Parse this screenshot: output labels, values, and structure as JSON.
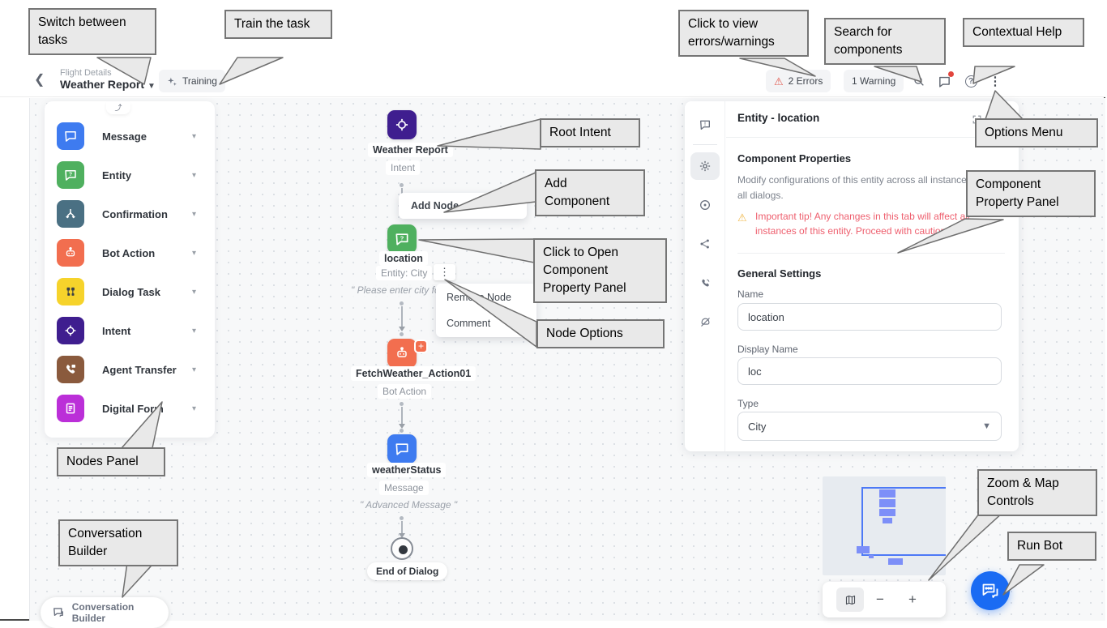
{
  "colors": {
    "message_blue": "#3E7BF0",
    "entity_green": "#4FB05F",
    "confirmation_teal": "#4A7083",
    "bot_action_orange": "#F26E4F",
    "dialog_task_yellow": "#F6D32B",
    "intent_purple": "#3F1E8F",
    "agent_transfer_brown": "#8A5A3D",
    "digital_form_magenta": "#BB2FD8",
    "run_bot_blue": "#1A6BF3",
    "error_red": "#E2574C",
    "warning_text_red": "#EE5F6E",
    "warning_amber": "#F0B84B",
    "callout_bg": "#E9E9E9",
    "callout_border": "#757575"
  },
  "annotations": {
    "switch_tasks": "Switch between tasks",
    "train_task": "Train the task",
    "errors_warnings": "Click to view errors/warnings",
    "search_components": "Search for components",
    "contextual_help": "Contextual Help",
    "options_menu": "Options Menu",
    "root_intent": "Root Intent",
    "add_component": "Add Component",
    "click_open_panel": "Click to Open Component Property Panel",
    "node_options": "Node Options",
    "component_property_panel": "Component Property Panel",
    "nodes_panel": "Nodes Panel",
    "conversation_builder": "Conversation Builder",
    "zoom_map_controls": "Zoom & Map Controls",
    "run_bot": "Run Bot"
  },
  "header": {
    "breadcrumb_small": "Flight Details",
    "task_title": "Weather Report",
    "training_button": "Training",
    "errors_badge": "2 Errors",
    "warning_badge": "1 Warning"
  },
  "nodes_panel": {
    "items": [
      {
        "label": "Message"
      },
      {
        "label": "Entity"
      },
      {
        "label": "Confirmation"
      },
      {
        "label": "Bot Action"
      },
      {
        "label": "Dialog Task"
      },
      {
        "label": "Intent"
      },
      {
        "label": "Agent Transfer"
      },
      {
        "label": "Digital Form"
      }
    ]
  },
  "canvas": {
    "root_node": {
      "title": "Weather Report",
      "type": "Intent"
    },
    "add_node_label": "Add Node",
    "entity_node": {
      "title": "location",
      "type": "Entity: City",
      "hint": "\" Please enter city for w"
    },
    "node_menu": {
      "remove": "Remove Node",
      "comment": "Comment"
    },
    "bot_action_node": {
      "title": "FetchWeather_Action01",
      "type": "Bot Action"
    },
    "message_node": {
      "title": "weatherStatus",
      "type": "Message",
      "hint": "\" Advanced Message \""
    },
    "end_node_label": "End of Dialog",
    "conversation_builder_label": "Conversation Builder"
  },
  "properties_panel": {
    "title": "Entity - location",
    "section_title": "Component Properties",
    "description": "Modify configurations of this entity across all instances in all dialogs.",
    "warning": "Important tip! Any changes in this tab will affect all instances of this entity. Proceed with caution.",
    "general_settings_title": "General Settings",
    "name_label": "Name",
    "name_value": "location",
    "display_name_label": "Display Name",
    "display_name_value": "loc",
    "type_label": "Type",
    "type_value": "City"
  },
  "map_controls": {
    "minus": "−",
    "plus": "+"
  }
}
